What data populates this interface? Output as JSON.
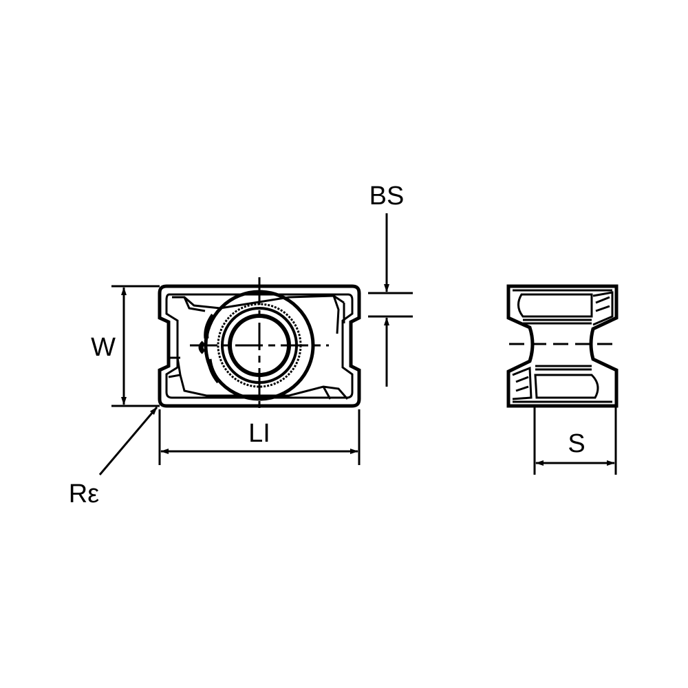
{
  "diagram": {
    "labels": {
      "bs": "BS",
      "w": "W",
      "li": "LI",
      "re": "Rε",
      "s": "S"
    },
    "colors": {
      "line": "#000000",
      "background": "#ffffff"
    }
  }
}
